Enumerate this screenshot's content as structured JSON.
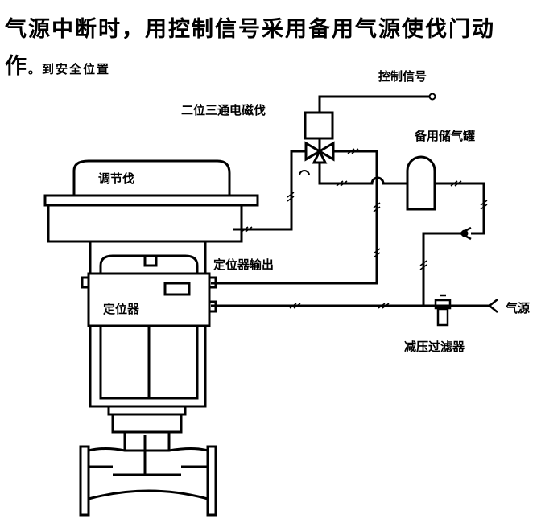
{
  "title": {
    "line1": "气源中断时，用控制信号采用备用气源使伐门动",
    "line2_big": "作",
    "line2_small": "。到安全位置"
  },
  "labels": {
    "control_signal": "控制信号",
    "solenoid_valve": "二位三通电磁伐",
    "backup_tank": "备用储气罐",
    "control_valve": "调节伐",
    "positioner_output": "定位器输出",
    "positioner": "定位器",
    "air_supply": "气源",
    "pressure_filter": "减压过滤器"
  }
}
